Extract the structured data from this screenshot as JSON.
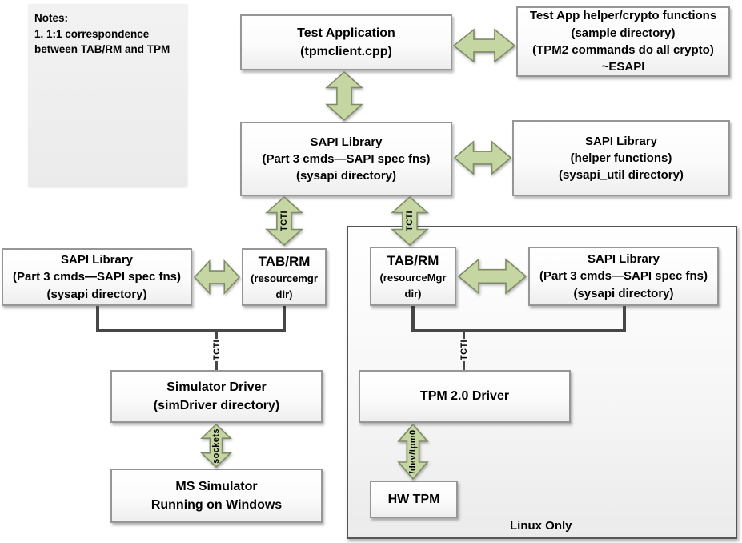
{
  "colors": {
    "arrow_fill": "#c6d6a2",
    "arrow_stroke": "#7f8a66",
    "line": "#474747",
    "box_border": "#969696",
    "container_border": "#545454"
  },
  "notes": {
    "heading": "Notes:",
    "body_line1": "1.  1:1 correspondence",
    "body_line2": "between TAB/RM and TPM"
  },
  "boxes": {
    "test_app": {
      "line1": "Test Application",
      "line2": "(tpmclient.cpp)"
    },
    "test_helper": {
      "line1": "Test App helper/crypto functions",
      "line2": "(sample directory)",
      "line3": "(TPM2 commands do all crypto)",
      "line4": "~ESAPI"
    },
    "sapi_main": {
      "line1": "SAPI Library",
      "line2": "(Part 3 cmds—SAPI spec fns)",
      "line3": "(sysapi directory)"
    },
    "sapi_helper": {
      "line1": "SAPI Library",
      "line2": "(helper functions)",
      "line3": "(sysapi_util directory)"
    },
    "sapi_sim": {
      "line1": "SAPI Library",
      "line2": "(Part 3 cmds—SAPI spec fns)",
      "line3": "(sysapi directory)"
    },
    "tabrm_sim": {
      "line1": "TAB/RM",
      "line2": "(resourcemgr",
      "line3": "dir)"
    },
    "tabrm_linux": {
      "line1": "TAB/RM",
      "line2": "(resourceMgr",
      "line3": "dir)"
    },
    "sapi_linux": {
      "line1": "SAPI Library",
      "line2": "(Part 3 cmds—SAPI spec fns)",
      "line3": "(sysapi directory)"
    },
    "sim_driver": {
      "line1": "Simulator Driver",
      "line2": "(simDriver directory)"
    },
    "ms_simulator": {
      "line1": "MS Simulator",
      "line2": "Running on Windows"
    },
    "tpm_driver": {
      "line1": "TPM 2.0 Driver"
    },
    "hw_tpm": {
      "line1": "HW TPM"
    }
  },
  "connector_labels": {
    "tcti": "TCTI",
    "sockets": "sockets",
    "dev_tpm0": "/dev/tpm0"
  },
  "container_label": "Linux Only"
}
